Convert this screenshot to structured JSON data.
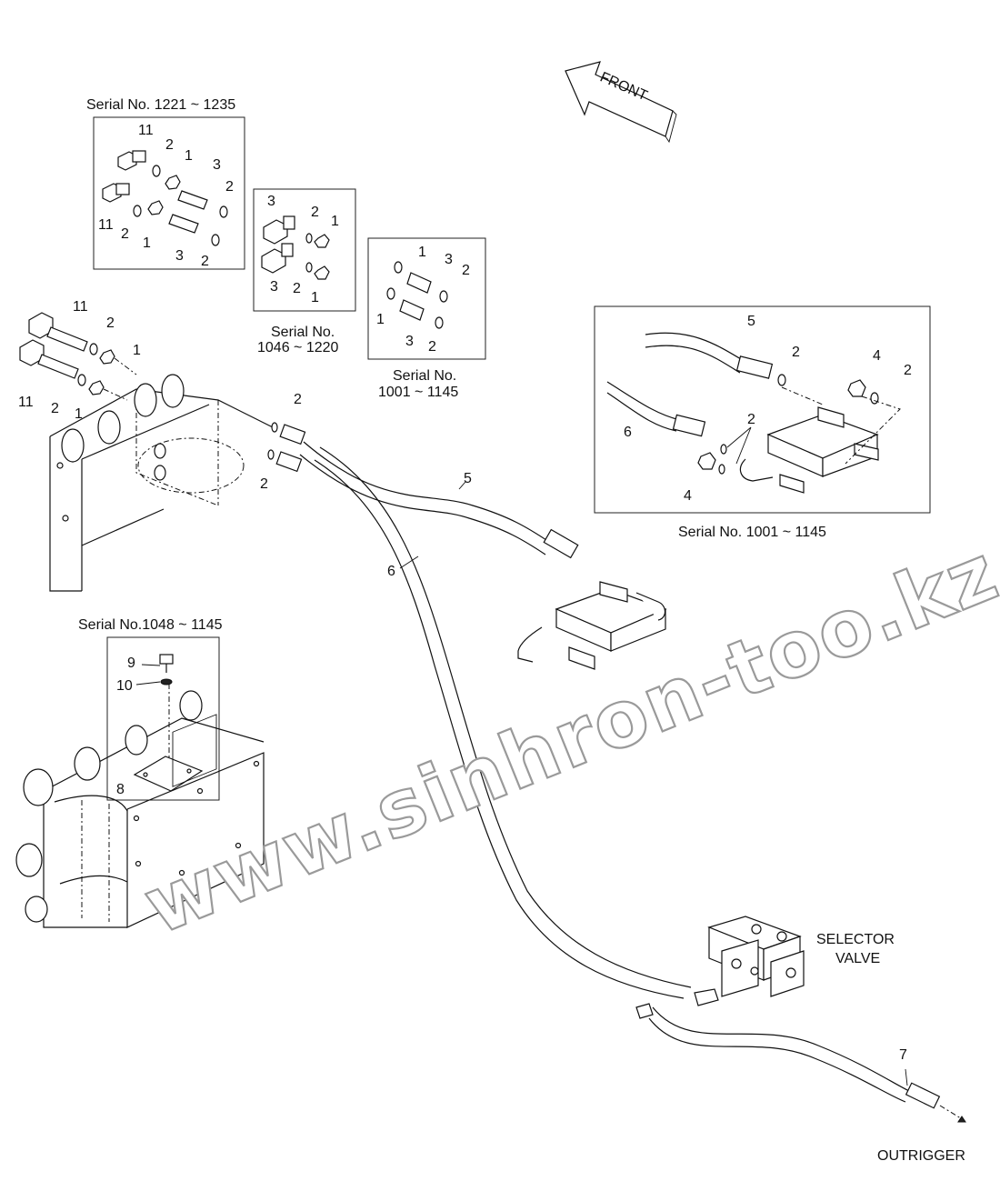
{
  "direction": {
    "front_label": "FRONT"
  },
  "insets": {
    "serial_1221_1235": "Serial No. 1221 ~ 1235",
    "serial_1046_1220_a": "Serial No.",
    "serial_1046_1220_b": "1046 ~ 1220",
    "serial_1001_1145_a": "Serial No.",
    "serial_1001_1145_b": "1001 ~ 1145",
    "serial_1001_1145_detail": "Serial No. 1001 ~ 1145",
    "serial_1048_1145": "Serial No.1048 ~ 1145"
  },
  "callouts": {
    "selector_valve_a": "SELECTOR",
    "selector_valve_b": "VALVE",
    "outrigger": "OUTRIGGER"
  },
  "watermark": "www.sinhron-too.kz",
  "part_numbers": {
    "p1": "1",
    "p2": "2",
    "p3": "3",
    "p4": "4",
    "p5": "5",
    "p6": "6",
    "p7": "7",
    "p8": "8",
    "p9": "9",
    "p10": "10",
    "p11": "11"
  }
}
